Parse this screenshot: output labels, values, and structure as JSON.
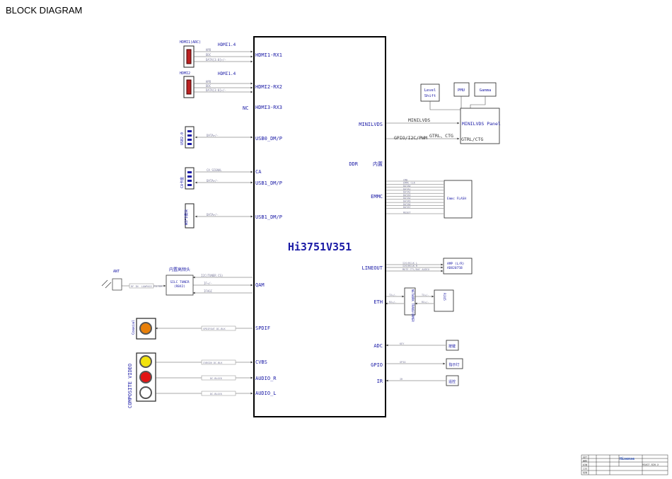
{
  "page": {
    "title": "BLOCK DIAGRAM"
  },
  "chip": {
    "name": "Hi3751V351"
  },
  "colors": {
    "label": "#1a1aa6",
    "line": "#444444",
    "faint": "#7a7a9a",
    "box": "#000000"
  },
  "left_pins": {
    "hdmi1": "HDMI1-RX1",
    "hdmi2": "HDMI2-RX2",
    "hdmi3": "HDMI3-RX3",
    "nc": "NC",
    "usb0": "USB0_DM/P",
    "ca": "CA",
    "usb1a": "USB1_DM/P",
    "usb1b": "USB1_DM/P",
    "qam": "QAM",
    "spdif": "SPDIF",
    "cvbs": "CVBS",
    "audio_r": "AUDIO_R",
    "audio_l": "AUDIO_L"
  },
  "right_pins": {
    "minilvds": "MINILVDS",
    "ddr": "DDR",
    "ddr_cn": "内置",
    "emmc": "EMMC",
    "lineout": "LINEOUT",
    "eth": "ETH",
    "adc": "ADC",
    "gpio": "GPIO",
    "ir": "IR"
  },
  "hdmi": {
    "hdmi1_conn": "HDMI1(ARC)",
    "hdmi1_ver": "HDMI1.4",
    "hdmi2_conn": "HDMI2",
    "hdmi2_ver": "HDMI1.4",
    "hpd": "HPD",
    "ddc": "DDC",
    "data1": "DATA[3:0]+/-",
    "data2": "DATA[3:0]+/-"
  },
  "usb": {
    "usb2_conn": "USB2.0",
    "ca_conn": "CA卡座",
    "ca_line": "CA_SIGNAL",
    "wifi_conn": "WIFI模块",
    "data_a": "DATA+/-",
    "data_b": "DATA+/-",
    "data_c": "DATA+/-"
  },
  "tuner": {
    "header": "内置高频头",
    "name": "SILC TUNER",
    "part": "(R842)",
    "ant": "ANT",
    "rfin": "RF IN",
    "filter": "LOWPASS FILTER",
    "ctrl": "I2C(TUNER_CS)",
    "if": "IF+/-",
    "agc": "IFAGC"
  },
  "av": {
    "coaxial": "Coaxial",
    "composite": "COMPOSITE VIDEO",
    "spdif_box": "SPDIFOUT  DC-BLK",
    "cvbs_box": "CVBSIN  DC-BLK",
    "r_box": "DC-BLOCK",
    "l_box": "DC-BLOCK"
  },
  "panel": {
    "level_shift_1": "Level",
    "level_shift_2": "Shift",
    "pmu": "PMU",
    "gamma": "Gamma",
    "panel": "MINILVDS Panel",
    "minilvds_line": "MINILVDS",
    "gpio_line": "GPIO/I2C/PWM",
    "ctrl_line": "GTRL、CTG",
    "ctrl_line2": "GTRL/CTG"
  },
  "emmc": {
    "box": "Emmc FLASH",
    "lines": [
      "CMD",
      "EMMC_CLK",
      "DATA0",
      "DATA1",
      "DATA2",
      "DATA3",
      "DATA4",
      "DATA5",
      "DATA6",
      "DATA7",
      "RESET"
    ]
  },
  "amp": {
    "box1": "AMP  (L/R)",
    "box2": "AD82075B",
    "l1": "I2S/BCLK_L",
    "l2": "I2S/BCLK_R",
    "l3": "MUTE_CTL/DAC_AUDIO"
  },
  "eth": {
    "transformer": "NETWORK TRANSFORMER",
    "rj45": "RJ45",
    "tx": "TX+/-",
    "rx": "RX+/-",
    "tx2": "TX+/-",
    "rx2": "RX+/-"
  },
  "misc": {
    "key": "按键",
    "led": "指示灯",
    "ir": "遥控",
    "key_line": "KEY",
    "gpio_line": "GPIO",
    "ir_line": "IR"
  },
  "titleblock": {
    "company": "Hisense",
    "product": "RSAG7.820.X",
    "rows": [
      "设计",
      "审核",
      "标准",
      "工艺",
      "批准"
    ]
  }
}
